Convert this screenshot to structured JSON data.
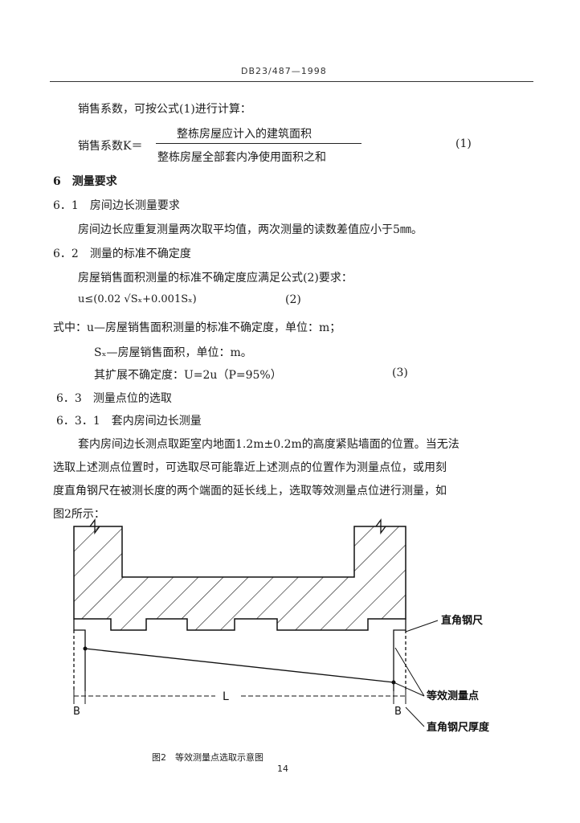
{
  "header": {
    "doc_code": "DB23/487—1998"
  },
  "intro": {
    "line": "销售系数，可按公式(1)进行计算：",
    "formula_label": "销售系数K＝",
    "numerator": "整栋房屋应计入的建筑面积",
    "denominator": "整栋房屋全部套内净使用面积之和",
    "eq_number": "(1)"
  },
  "section6": {
    "title": "6　测量要求",
    "s6_1": {
      "title": "6．1　房间边长测量要求",
      "body": "房间边长应重复测量两次取平均值，两次测量的读数差值应小于5㎜。"
    },
    "s6_2": {
      "title": "6．2　测量的标准不确定度",
      "body": "房屋销售面积测量的标准不确定度应满足公式(2)要求：",
      "formula": "u≤(0.02 √Sₓ+0.001Sₓ)",
      "eq2": "(2)",
      "where1": "式中：u—房屋销售面积测量的标准不确定度，单位：m；",
      "where2": "Sₓ—房屋销售面积，单位：m。",
      "expand": "其扩展不确定度：U=2u（P=95%）",
      "eq3": "(3)"
    },
    "s6_3": {
      "title": "6．3　测量点位的选取",
      "s6_3_1": {
        "title": "6．3．1　套内房间边长测量",
        "lines": [
          "套内房间边长测点取距室内地面1.2m±0.2m的高度紧贴墙面的位置。当无法",
          "选取上述测点位置时，可选取尽可能靠近上述测点的位置作为测量点位，或用刻",
          "度直角钢尺在被测长度的两个端面的延长线上，选取等效测量点位进行测量，如",
          "图2所示："
        ]
      }
    }
  },
  "figure": {
    "label_square": "直角钢尺",
    "label_points": "等效测量点",
    "label_thickness": "直角钢尺厚度",
    "label_L": "L",
    "label_B_left": "B",
    "label_B_right": "B",
    "caption": "图2　等效测量点选取示意图"
  },
  "footer": {
    "page_number": "14"
  }
}
